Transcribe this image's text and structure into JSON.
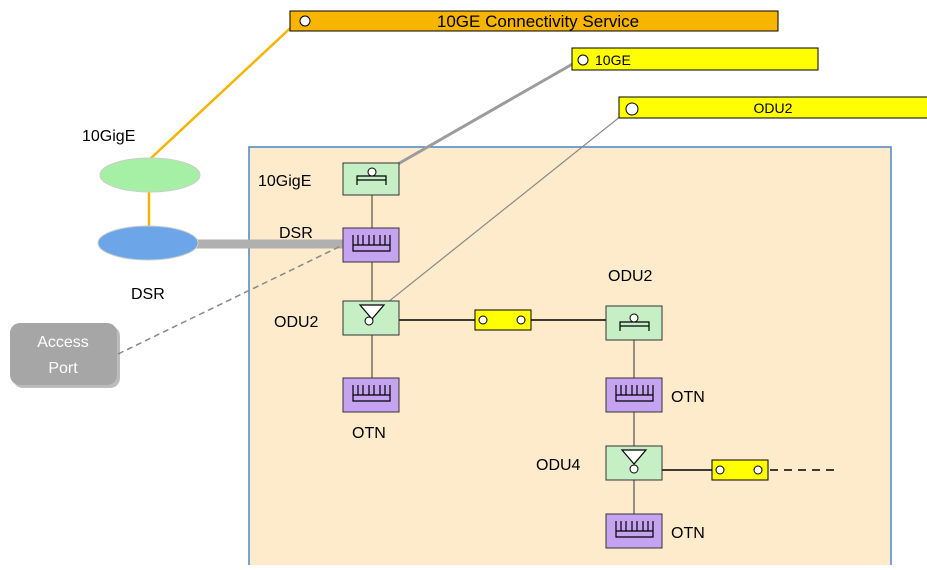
{
  "colors": {
    "service_bar": "#F7B500",
    "bar_yellow": "#FFFF00",
    "node_green": "#C6EFC6",
    "node_green_light": "#A6F0A6",
    "node_purple": "#C5A3F0",
    "node_blue": "#6CA6E8",
    "panel_fill": "#FDEBCC",
    "panel_border": "#4A86C8",
    "access_port": "#A6A6A6",
    "link_orange": "#F5B400",
    "link_gray": "#9C9C9C"
  },
  "service": {
    "label": "10GE Connectivity Service"
  },
  "bars": {
    "ge10": {
      "label": "10GE"
    },
    "odu2": {
      "label": "ODU2"
    }
  },
  "left": {
    "label_10gige": "10GigE",
    "label_dsr": "DSR"
  },
  "access_port": {
    "line1": "Access",
    "line2": "Port"
  },
  "stack1": {
    "label_10gige": "10GigE",
    "label_dsr": "DSR",
    "label_odu2": "ODU2",
    "label_otn": "OTN"
  },
  "stack2": {
    "label_odu2": "ODU2",
    "label_otn": "OTN",
    "label_odu4": "ODU4",
    "label_otn_bottom": "OTN"
  }
}
